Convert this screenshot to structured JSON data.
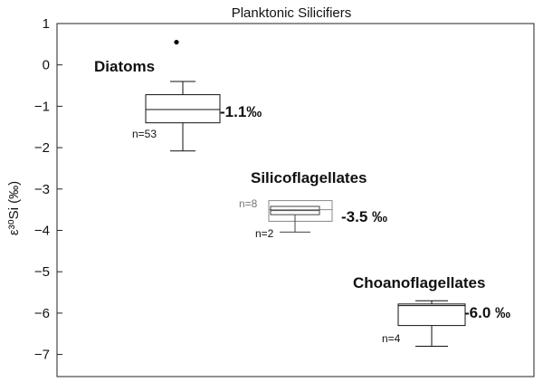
{
  "chart_data": {
    "type": "box",
    "title": "Planktonic Silicifiers",
    "ylabel": "ε³⁰Si (‰)",
    "xlabel": "",
    "ylim": [
      -7.5,
      1
    ],
    "yticks": [
      {
        "value": 1,
        "label": "1"
      },
      {
        "value": 0,
        "label": "0"
      },
      {
        "value": -1,
        "label": "−1"
      },
      {
        "value": -2,
        "label": "−2"
      },
      {
        "value": -3,
        "label": "−3"
      },
      {
        "value": -4,
        "label": "−4"
      },
      {
        "value": -5,
        "label": "−5"
      },
      {
        "value": -6,
        "label": "−6"
      },
      {
        "value": -7,
        "label": "−7"
      }
    ],
    "grid": false,
    "groups": [
      {
        "name": "Diatoms",
        "summary": "-1.1‰",
        "boxes": [
          {
            "n_label": "n=53",
            "min": -2.08,
            "q1": -1.4,
            "median": -1.08,
            "q3": -0.72,
            "max": -0.4,
            "outliers": [
              0.55
            ],
            "color": "#111111"
          }
        ]
      },
      {
        "name": "Silicoflagellates",
        "summary": "-3.5 ‰",
        "boxes": [
          {
            "n_label": "n=8",
            "min": -3.78,
            "q1": -3.78,
            "median": -3.5,
            "q3": -3.28,
            "max": -3.28,
            "outliers": [],
            "color": "#888888"
          },
          {
            "n_label": "n=2",
            "min": -4.04,
            "q1": -3.62,
            "median": -3.52,
            "q3": -3.42,
            "max": -3.42,
            "outliers": [],
            "color": "#444444"
          }
        ]
      },
      {
        "name": "Choanoflagellates",
        "summary": "-6.0 ‰",
        "boxes": [
          {
            "n_label": "n=4",
            "min": -6.8,
            "q1": -6.3,
            "median": -5.82,
            "q3": -5.78,
            "max": -5.7,
            "outliers": [],
            "color": "#111111"
          }
        ]
      }
    ]
  }
}
